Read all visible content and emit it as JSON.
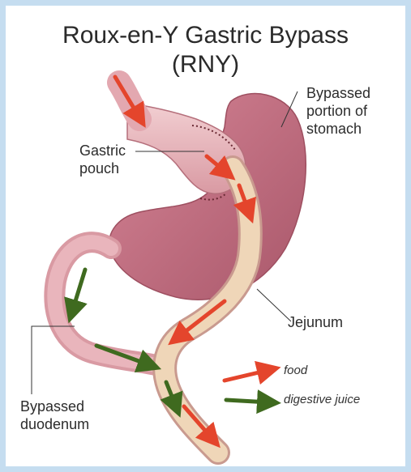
{
  "title": {
    "line1": "Roux-en-Y Gastric Bypass",
    "line2": "(RNY)"
  },
  "labels": {
    "bypassed_stomach": [
      "Bypassed",
      "portion of",
      "stomach"
    ],
    "gastric_pouch": [
      "Gastric",
      "pouch"
    ],
    "jejunum": "Jejunum",
    "bypassed_duodenum": [
      "Bypassed",
      "duodenum"
    ]
  },
  "legend": [
    {
      "label": "food",
      "color": "#e4452c"
    },
    {
      "label": "digestive juice",
      "color": "#3f6a1f"
    }
  ],
  "colors": {
    "stomach": "#c26a7a",
    "stomach_dark": "#9e4f60",
    "pouch": "#e7b8bd",
    "intestine": "#eed3b3",
    "intestine_edge": "#b88a8a",
    "food_arrow": "#e4452c",
    "juice_arrow": "#3f6a1f"
  }
}
